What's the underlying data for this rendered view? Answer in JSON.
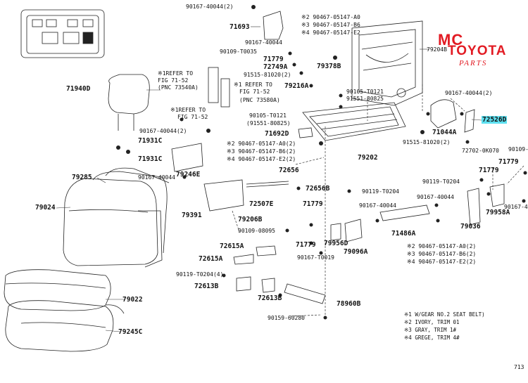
{
  "watermark": {
    "line1": "MC",
    "line2": "TOYOTA",
    "line3": "PARTS",
    "color": "#e21b23"
  },
  "highlight_color": "#5ee0f0",
  "page_number": "713",
  "legend": [
    "※1 W/GEAR NO.2 SEAT BELT)",
    "※2 IVORY, TRIM 01",
    "※3 GRAY, TRIM 1#",
    "※4 GREGE, TRIM 4#"
  ],
  "parts": {
    "p90167_top": "90167-40044(2)",
    "p71693": "71693",
    "p2_top": "※2 90467-05147-A0",
    "p3_top": "※3 90467-05147-B6",
    "p4_top": "※4 90467-05147-E2",
    "p79204B": "79204B",
    "p90167_mid": "90167-40044",
    "p90109": "90109-T0035",
    "p71779_a": "71779",
    "p72749A": "72749A",
    "p79378B": "79378B",
    "p91515_a": "91515-81020(2)",
    "p79216A": "79216A",
    "p71940D": "71940D",
    "refer1_l1": "※1REFER TO",
    "refer1_l2": "FIG 71-52",
    "refer1_l3": "(PNC 73540A)",
    "refer2_l1": "※1 REFER TO",
    "refer2_l2": "FIG 71-52",
    "refer2_l3": "(PNC 73580A)",
    "refer3_l1": "※1REFER TO",
    "refer3_l2": "FIG 71-52",
    "p90105_a": "90105-T0121",
    "p91551_a": "91551-80825",
    "p90105_b": "90105-T0121",
    "p91551_b": "(91551-80825)",
    "p90167_r": "90167-40044(2)",
    "p72526D": "72526D",
    "p90167_l": "90167-40044(2)",
    "p71931C_a": "71931C",
    "p71931C_b": "71931C",
    "p71692D": "71692D",
    "p71044A": "71044A",
    "p2_mid": "※2 90467-05147-A0(2)",
    "p3_mid": "※3 90467-05147-B6(2)",
    "p4_mid": "※4 90467-05147-E2(2)",
    "p79202": "79202",
    "p91515_b": "91515-81020(2)",
    "p72702": "72702-0K070",
    "p90109_r": "90109-",
    "p90167_44": "90167-40044",
    "p79246E": "79246E",
    "p72656": "72656",
    "p79285": "79285",
    "p72656B": "72656B",
    "p79024": "79024",
    "p90119_a": "90119-T0204",
    "p71779_b": "71779",
    "p71779_c": "71779",
    "p72507E": "72507E",
    "p90119_b": "90119-T0204",
    "p71779_d": "71779",
    "p90167_s": "90167-40044",
    "p79391": "79391",
    "p79206B": "79206B",
    "p90167_4": "90167-4",
    "p79958A": "79958A",
    "p90109_08095": "90109-08095",
    "p79036": "79036",
    "p71779_e": "71779",
    "p79956D": "79956D",
    "p79096A": "79096A",
    "p71486A": "71486A",
    "p72615A_a": "72615A",
    "p90167_T0019": "90167-T0019",
    "p2_bot": "※2 90467-05147-A0(2)",
    "p3_bot": "※3 90467-05147-B6(2)",
    "p4_bot": "※4 90467-05147-E2(2)",
    "p72615A_b": "72615A",
    "p90119_c": "90119-T0204(4)",
    "p79022": "79022",
    "p72613B": "72613B",
    "p72613B_b": "72613B",
    "p78960B": "78960B",
    "p79245C": "79245C",
    "p90159": "90159-60280"
  }
}
